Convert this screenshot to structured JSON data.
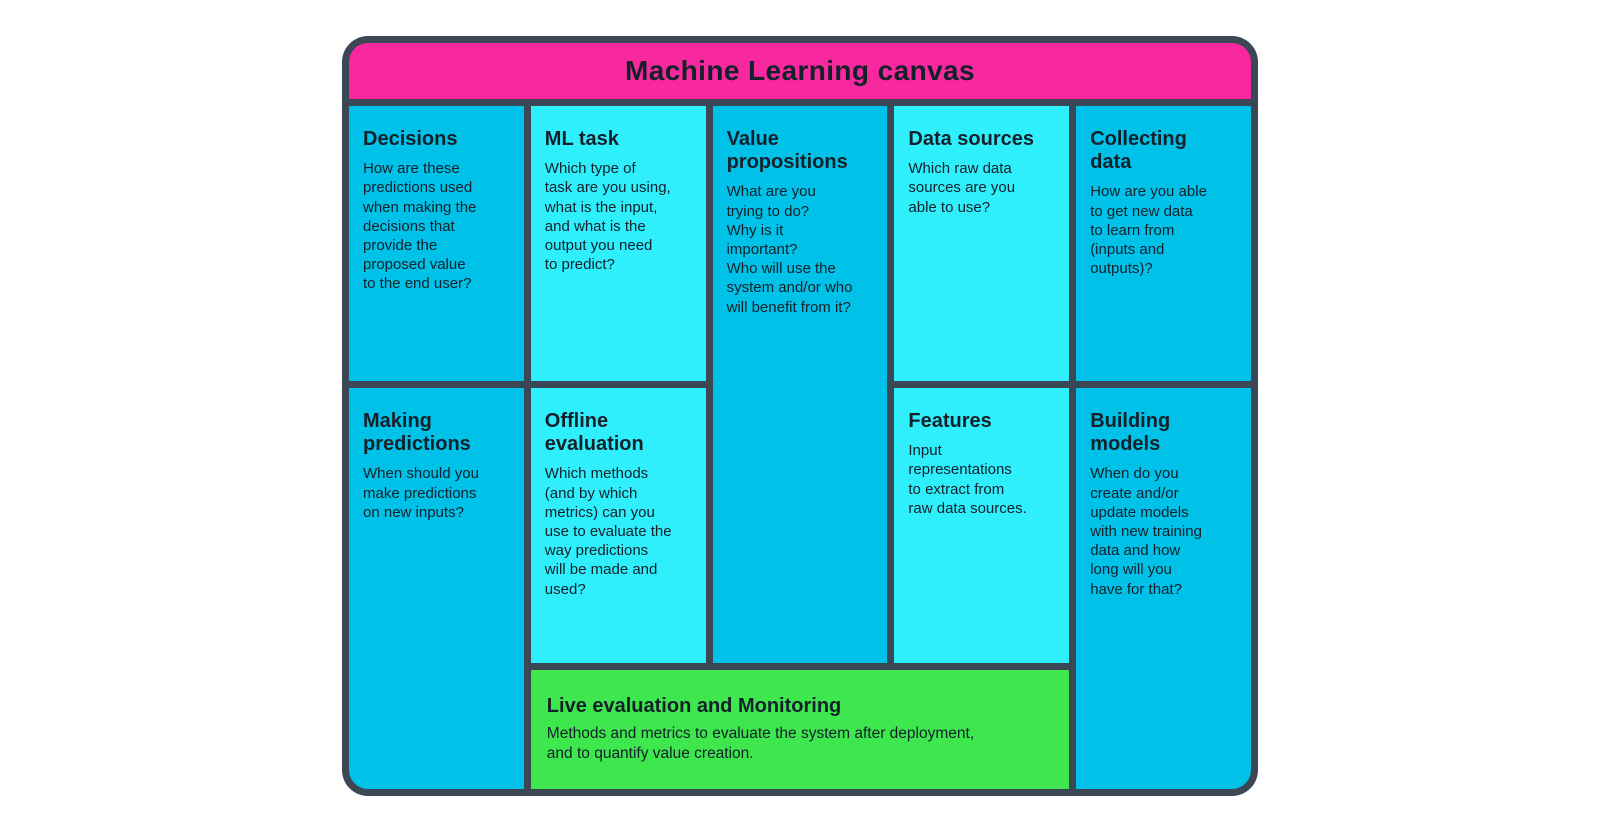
{
  "canvas": {
    "title": "Machine Learning canvas",
    "colors": {
      "frame": "#3B4754",
      "header_pink": "#F8289E",
      "cell_dark_cyan": "#00C1E8",
      "cell_light_cyan": "#30EFFC",
      "cell_green": "#3DE74D",
      "text_dark": "#14202A"
    },
    "cells": [
      {
        "id": "decisions",
        "title": "Decisions",
        "description": "How are these\npredictions used\nwhen making the\ndecisions that\nprovide the\nproposed value\nto the end user?",
        "color": "dark-cyan"
      },
      {
        "id": "ml-task",
        "title": "ML task",
        "description": "Which type of\ntask are you using,\nwhat is the input,\nand what is the\noutput you need\nto predict?",
        "color": "light-cyan"
      },
      {
        "id": "value-propositions",
        "title": "Value\npropositions",
        "description": "What are you\ntrying to do?\nWhy is it\nimportant?\nWho will use the\nsystem and/or who\nwill benefit from it?",
        "color": "dark-cyan"
      },
      {
        "id": "data-sources",
        "title": "Data sources",
        "description": "Which raw data\nsources are you\nable to use?",
        "color": "light-cyan"
      },
      {
        "id": "collecting-data",
        "title": "Collecting\ndata",
        "description": "How are you able\nto get new data\nto learn from\n(inputs and\noutputs)?",
        "color": "dark-cyan"
      },
      {
        "id": "making-predictions",
        "title": "Making\npredictions",
        "description": "When should you\nmake predictions\non new inputs?",
        "color": "dark-cyan"
      },
      {
        "id": "offline-evaluation",
        "title": "Offline\nevaluation",
        "description": "Which methods\n(and by which\nmetrics) can you\nuse to evaluate the\nway predictions\nwill be made and\nused?",
        "color": "light-cyan"
      },
      {
        "id": "features",
        "title": "Features",
        "description": "Input\nrepresentations\nto extract from\nraw data sources.",
        "color": "light-cyan"
      },
      {
        "id": "building-models",
        "title": "Building\nmodels",
        "description": "When do you\ncreate and/or\nupdate models\nwith new training\ndata and how\nlong will you\nhave for that?",
        "color": "dark-cyan"
      },
      {
        "id": "live-evaluation-monitoring",
        "title": "Live evaluation and Monitoring",
        "description": "Methods and metrics to evaluate the system after deployment,\nand to quantify value creation.",
        "color": "green"
      }
    ]
  }
}
